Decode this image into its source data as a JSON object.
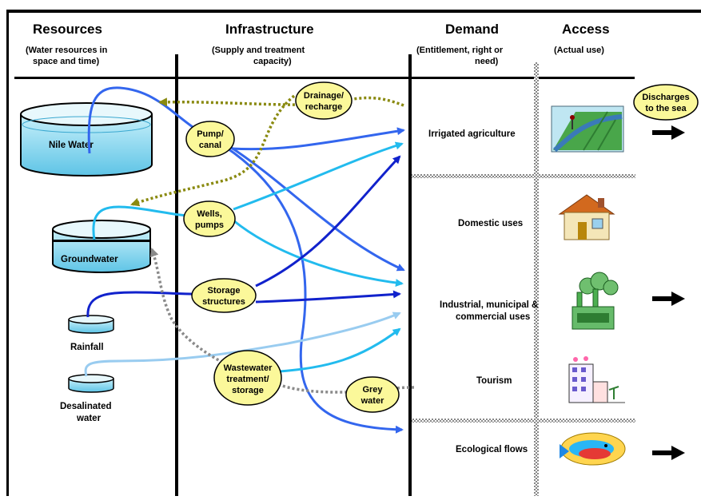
{
  "headers": {
    "resources": {
      "title": "Resources",
      "sub_line1": "(Water resources in",
      "sub_line2": "space and time)"
    },
    "infrastructure": {
      "title": "Infrastructure",
      "sub_line1": "(Supply and treatment",
      "sub_line2": "capacity)"
    },
    "demand": {
      "title": "Demand",
      "sub_line1": "(Entitlement, right or",
      "sub_line2": "need)"
    },
    "access": {
      "title": "Access",
      "sub_line1": "(Actual use)"
    }
  },
  "resources": {
    "nile": "Nile Water",
    "groundwater": "Groundwater",
    "rainfall": "Rainfall",
    "desalinated_line1": "Desalinated",
    "desalinated_line2": "water"
  },
  "infrastructure": {
    "pump_line1": "Pump/",
    "pump_line2": "canal",
    "wells_line1": "Wells,",
    "wells_line2": "pumps",
    "storage_line1": "Storage",
    "storage_line2": "structures",
    "wastewater_line1": "Wastewater",
    "wastewater_line2": "treatment/",
    "wastewater_line3": "storage",
    "drainage_line1": "Drainage/",
    "drainage_line2": "recharge",
    "grey_line1": "Grey",
    "grey_line2": "water"
  },
  "demand": {
    "irrigated": "Irrigated agriculture",
    "domestic": "Domestic uses",
    "industrial_line1": "Industrial, municipal &",
    "industrial_line2": "commercial uses",
    "tourism": "Tourism",
    "ecological": "Ecological flows"
  },
  "access": {
    "discharges_line1": "Discharges",
    "discharges_line2": "to the sea"
  },
  "colors": {
    "node_fill": "#fbf89a",
    "arrow_blue": "#3366ee",
    "arrow_cyan": "#22bbee",
    "arrow_dark": "#1122cc",
    "arrow_light": "#99ccf0",
    "olive_dotted": "#8a8a10",
    "grey_dotted": "#8a8a8a",
    "water": "#7fd6ee"
  }
}
